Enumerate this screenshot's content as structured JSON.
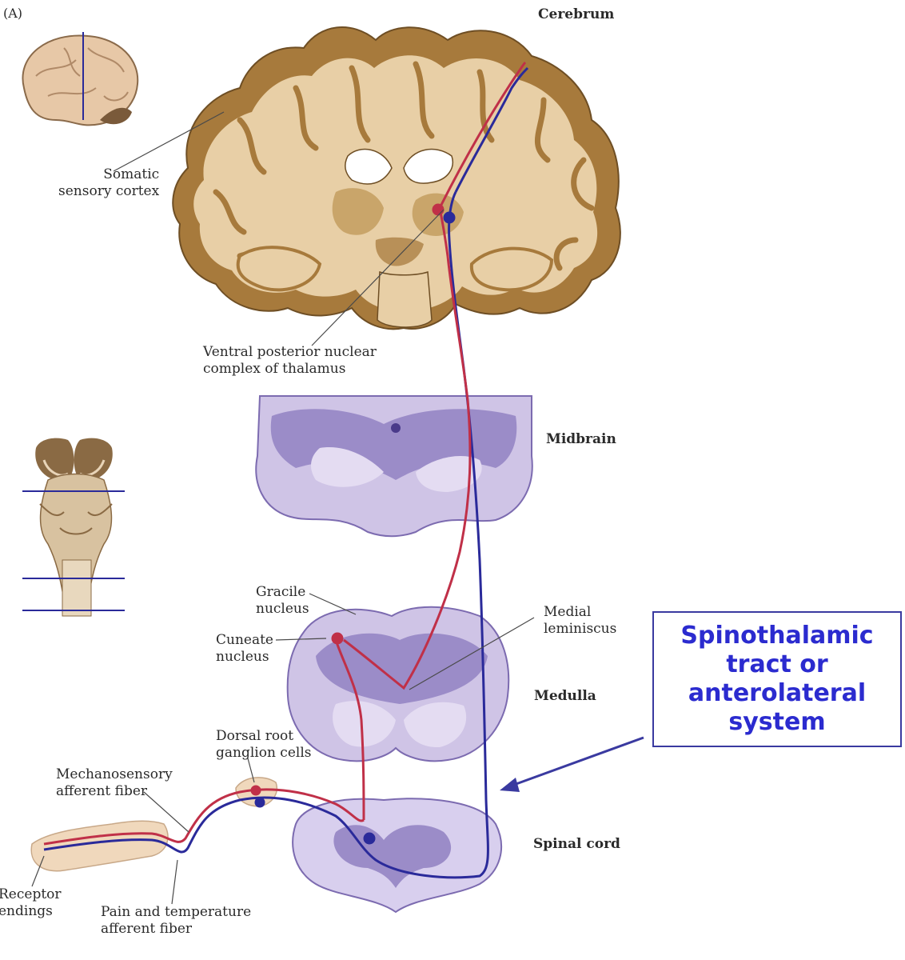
{
  "panel_label": "(A)",
  "region_labels": {
    "cerebrum": "Cerebrum",
    "midbrain": "Midbrain",
    "medulla": "Medulla",
    "spinal_cord": "Spinal cord"
  },
  "structure_labels": {
    "somatic_sensory_cortex": [
      "Somatic",
      "sensory cortex"
    ],
    "vpn_thalamus": [
      "Ventral posterior nuclear",
      "complex of thalamus"
    ],
    "gracile_nucleus": [
      "Gracile",
      "nucleus"
    ],
    "cuneate_nucleus": [
      "Cuneate",
      "nucleus"
    ],
    "medial_lemniscus": [
      "Medial",
      "leminiscus"
    ],
    "dorsal_root_ganglion": [
      "Dorsal root",
      "ganglion cells"
    ],
    "mechanosensory_fiber": [
      "Mechanosensory",
      "afferent fiber"
    ],
    "receptor_endings": [
      "Receptor",
      "endings"
    ],
    "pain_temperature_fiber": [
      "Pain and temperature",
      "afferent fiber"
    ]
  },
  "callout": {
    "lines": [
      "Spinothalamic",
      "tract or",
      "anterolateral",
      "system"
    ]
  },
  "colors": {
    "dorsal_column_pathway": "#c03048",
    "spinothalamic_pathway": "#2a2a9a",
    "callout_text": "#2b2bcf",
    "brain_tissue": "#e8cfa6",
    "brain_cortex": "#a77a3c",
    "brainstem_tissue": "#cfc4e6",
    "brainstem_dark": "#9b8cc8"
  }
}
